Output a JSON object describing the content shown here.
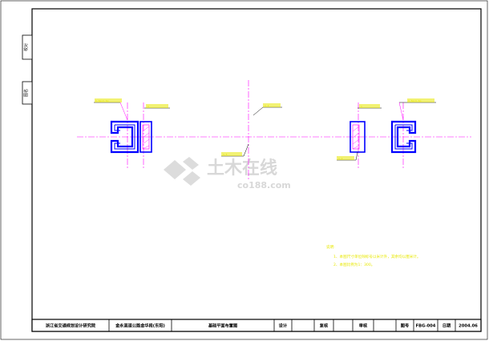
{
  "side_stamps": {
    "top_label": "校对",
    "bottom_label": "图名"
  },
  "watermark": {
    "brand_text": "土木在线",
    "domain_text": "co188.com"
  },
  "tags": {
    "left_top": "3.5m×3.5m",
    "left_mark": "1",
    "center": "1.2",
    "right_top": "3.5m×3.5m",
    "right_mark": "1",
    "bottom_center": "1.5",
    "bottom_right": "1.2"
  },
  "notes": {
    "heading": "说明:",
    "items": [
      "1、本图尺寸单位除标号以米计外，其余均以厘米计。",
      "2、本图比例为1：300。"
    ]
  },
  "title_block": {
    "institute": "浙江省交通规划设计研究院",
    "project": "金永高速公路金华段(东阳)",
    "drawing_name": "基础平面布置图",
    "design_label": "设计",
    "check_label": "复核",
    "review_label": "审核",
    "drawing_no_label": "图号",
    "drawing_no_value": "FBG-004",
    "date_label": "日期",
    "date_value": "2004.06"
  },
  "colors": {
    "frame": "#000000",
    "blue": "#0000ff",
    "magenta": "#ff00ff",
    "yellow": "#e8e800",
    "watermark": "#d8d8d8"
  }
}
